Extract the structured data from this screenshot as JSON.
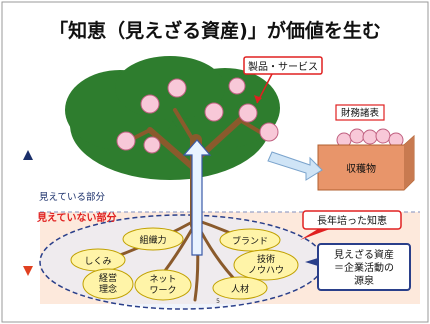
{
  "title": "「知恵（見えざる資産)」が価値を生む",
  "labels": {
    "products": "製品・サービス",
    "financial_statements": "財務諸表",
    "harvest": "収穫物",
    "visible_part": "見えている部分",
    "invisible_part": "見えていない部分",
    "long_wisdom": "長年培った知恵",
    "invisible_assets_line1": "見えざる資産",
    "invisible_assets_line2": "＝企業活動の",
    "invisible_assets_line3": "源泉",
    "page_number": "5"
  },
  "assets": {
    "organization": "組織力",
    "brand": "ブランド",
    "mechanism": "しくみ",
    "tech_line1": "技術",
    "tech_line2": "ノウハウ",
    "philosophy_line1": "経営",
    "philosophy_line2": "理念",
    "network_line1": "ネット",
    "network_line2": "ワーク",
    "people": "人材"
  },
  "colors": {
    "foliage": "#2e7d2e",
    "trunk": "#8a5a2c",
    "fruit": "#f8c8d8",
    "box": "#e8956a",
    "red_text": "#e02020",
    "navy": "#1a3a7a",
    "root_area": "#fde9dc",
    "asset_ellipse": "#fff4a8"
  }
}
